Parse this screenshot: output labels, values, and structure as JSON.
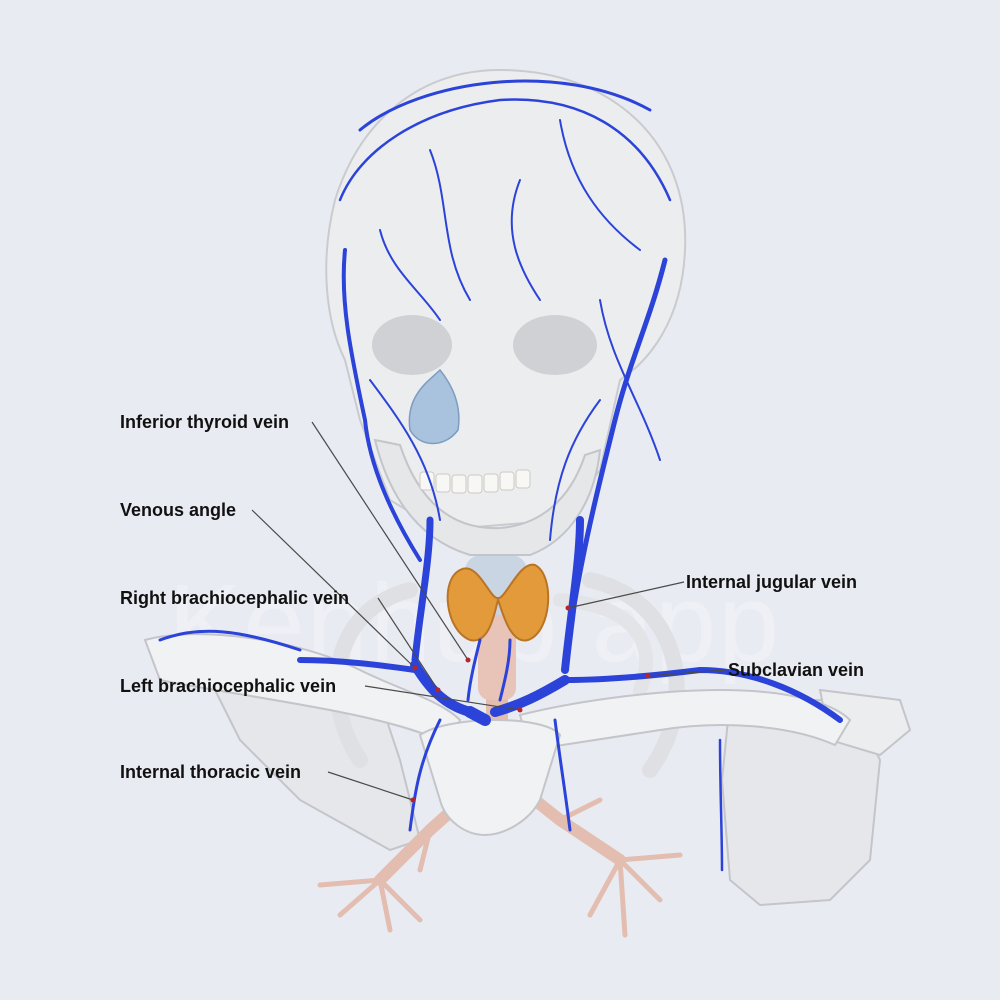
{
  "image": {
    "watermark": "Kenhub app",
    "colors": {
      "background": "#e9ebf2",
      "bone": "#ecedee",
      "bone_shadow": "#c9cbcf",
      "vein": "#2b43d8",
      "vein_light": "#4d64ff",
      "thyroid": "#e39a3a",
      "trachea": "#e8c3b8",
      "nasal_cartilage": "#a9c3de",
      "leader_line": "#4a4a4a",
      "label_text": "#111111"
    }
  },
  "labels": {
    "inferior_thyroid_vein": "Inferior thyroid vein",
    "venous_angle": "Venous angle",
    "right_brachiocephalic_vein": "Right brachiocephalic vein",
    "left_brachiocephalic_vein": "Left brachiocephalic vein",
    "internal_thoracic_vein": "Internal thoracic vein",
    "internal_jugular_vein": "Internal jugular vein",
    "subclavian_vein": "Subclavian vein"
  }
}
